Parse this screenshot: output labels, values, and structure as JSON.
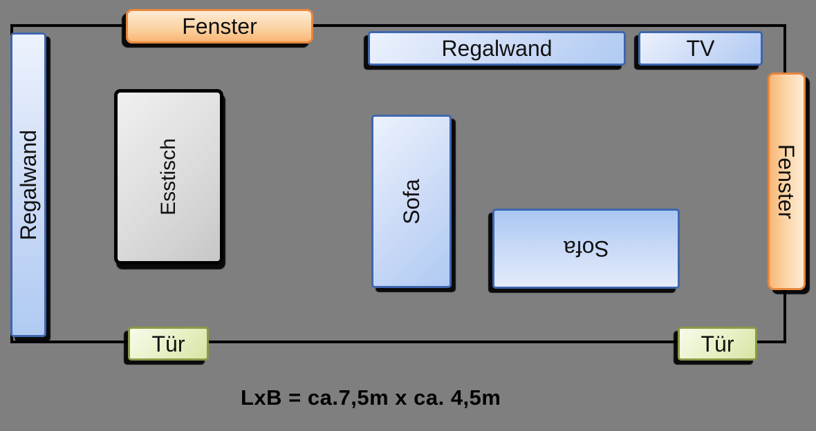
{
  "plan": {
    "caption": "LxB = ca.7,5m x ca. 4,5m",
    "items": [
      {
        "id": "fenster-top",
        "label": "Fenster",
        "kind": "window"
      },
      {
        "id": "regalwand-top",
        "label": "Regalwand",
        "kind": "shelf-wall"
      },
      {
        "id": "tv",
        "label": "TV",
        "kind": "tv"
      },
      {
        "id": "fenster-right",
        "label": "Fenster",
        "kind": "window"
      },
      {
        "id": "regalwand-left",
        "label": "Regalwand",
        "kind": "shelf-wall"
      },
      {
        "id": "esstisch",
        "label": "Esstisch",
        "kind": "dining-table"
      },
      {
        "id": "sofa-vertical",
        "label": "Sofa",
        "kind": "sofa"
      },
      {
        "id": "sofa-horizontal",
        "label": "Sofa",
        "kind": "sofa"
      },
      {
        "id": "tuer-left",
        "label": "Tür",
        "kind": "door"
      },
      {
        "id": "tuer-right",
        "label": "Tür",
        "kind": "door"
      }
    ],
    "colors": {
      "background": "#7F7F7F",
      "outline": "#000000",
      "window_fill": "#FBD4A4",
      "window_border": "#E8873D",
      "furniture_blue_fill": "#CBDAF6",
      "furniture_blue_border": "#3E66AE",
      "door_fill": "#E6F0C4",
      "door_border": "#8A9A46",
      "table_fill": "#DCDCDC",
      "table_border": "#000000"
    }
  }
}
